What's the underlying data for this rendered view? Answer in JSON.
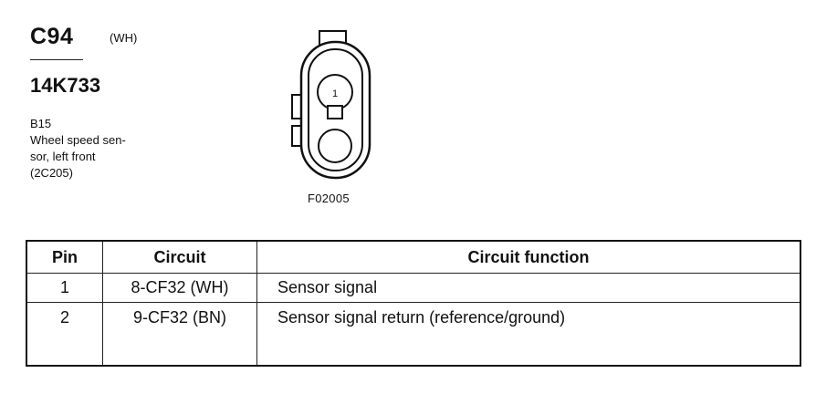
{
  "connector": {
    "id": "C94",
    "color_code": "(WH)",
    "part_number": "14K733",
    "location_code": "B15",
    "description_lines": [
      "Wheel speed sen-",
      "sor, left front"
    ],
    "reference": "(2C205)"
  },
  "diagram": {
    "figure_id": "F02005",
    "pin_label": "1"
  },
  "table": {
    "headers": {
      "pin": "Pin",
      "circuit": "Circuit",
      "function": "Circuit function"
    },
    "rows": [
      {
        "pin": "1",
        "circuit": "8-CF32 (WH)",
        "function": "Sensor signal"
      },
      {
        "pin": "2",
        "circuit": "9-CF32 (BN)",
        "function": "Sensor signal return (reference/ground)"
      }
    ]
  }
}
